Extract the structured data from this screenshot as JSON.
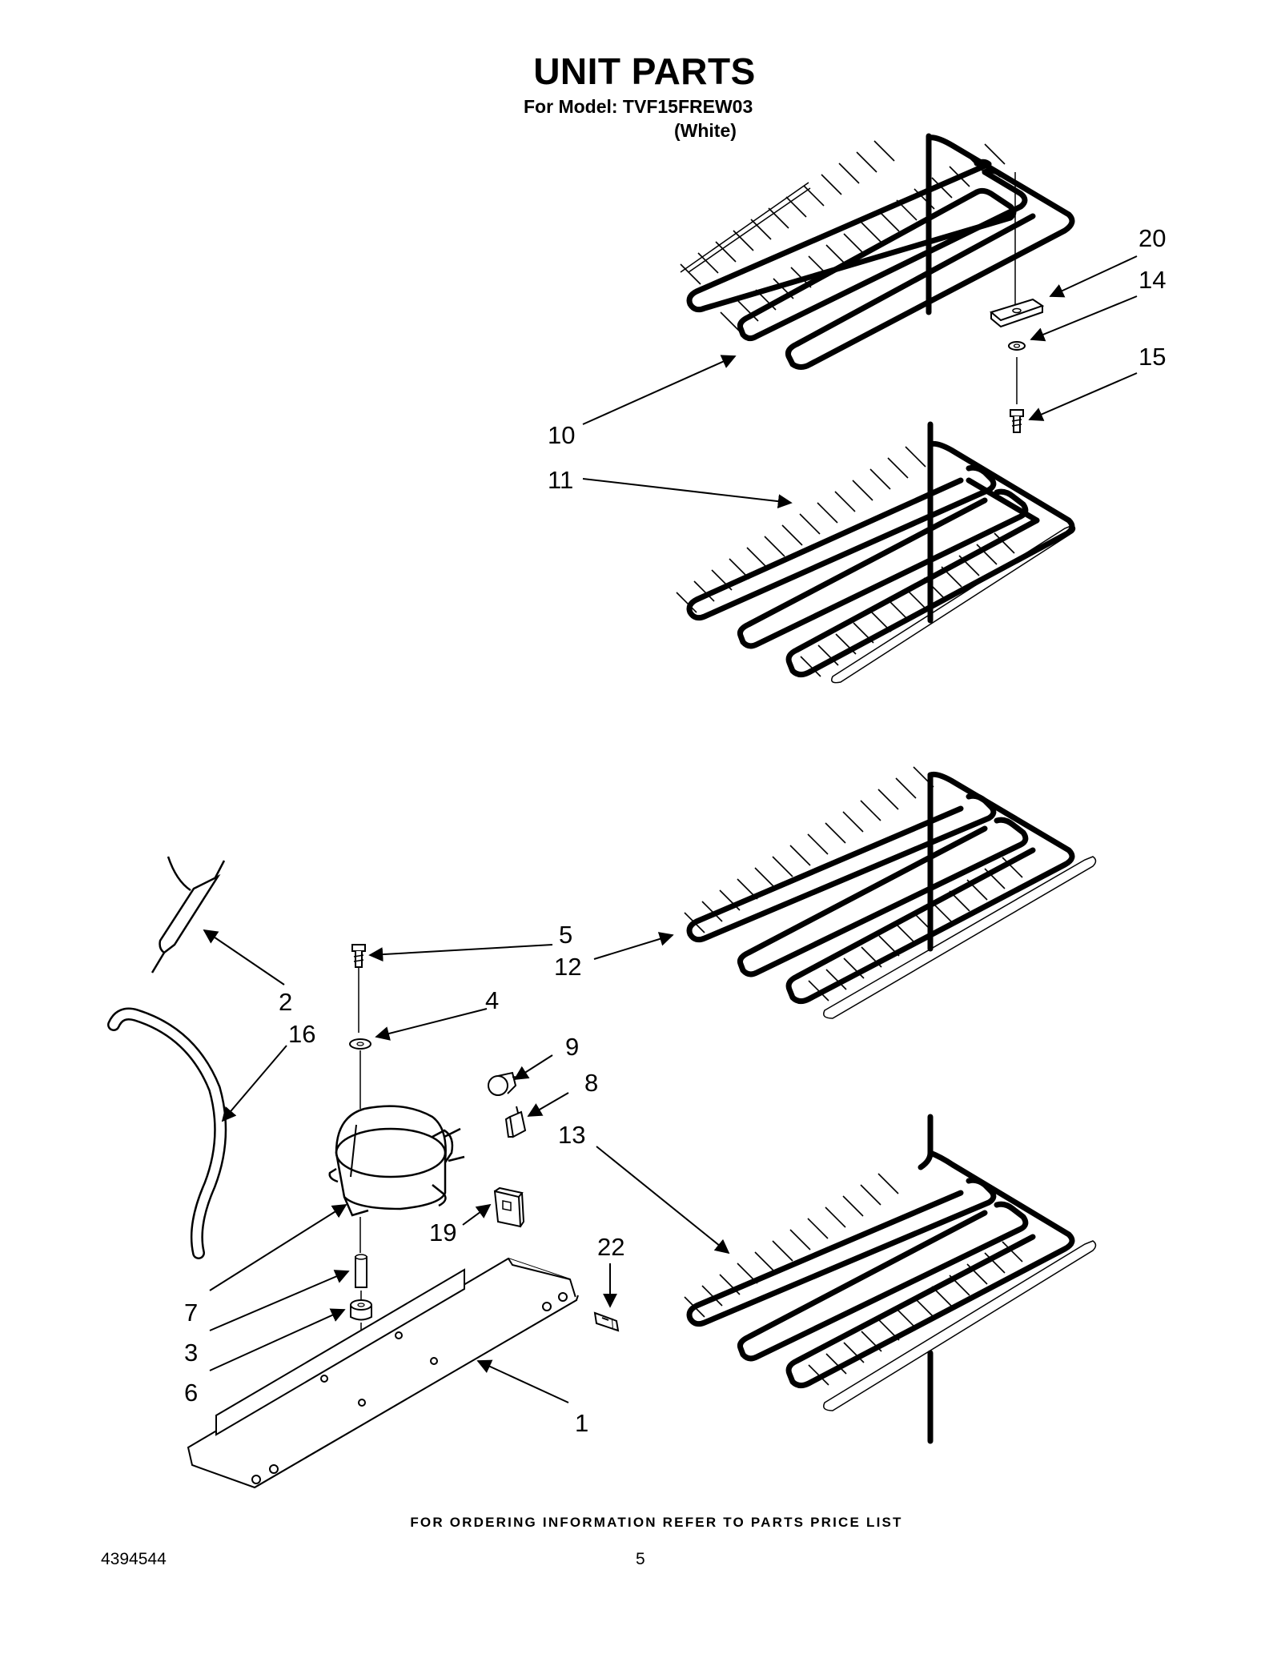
{
  "header": {
    "title": "UNIT PARTS",
    "model_line": "For Model: TVF15FREW03",
    "color_line": "(White)"
  },
  "callouts": [
    "20",
    "14",
    "15",
    "10",
    "11",
    "5",
    "12",
    "2",
    "4",
    "16",
    "9",
    "8",
    "13",
    "19",
    "22",
    "7",
    "3",
    "6",
    "1"
  ],
  "footer": {
    "ordering_note": "FOR ORDERING INFORMATION REFER TO PARTS PRICE LIST",
    "doc_number": "4394544",
    "page_number": "5"
  }
}
